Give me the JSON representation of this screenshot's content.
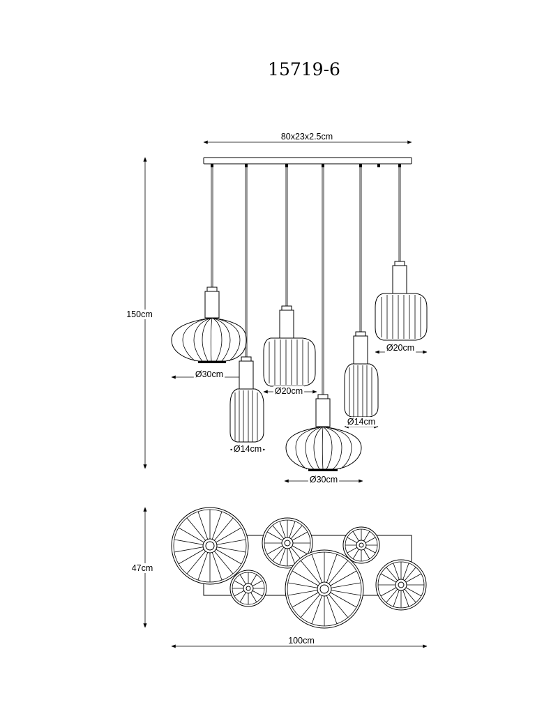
{
  "title": "15719-6",
  "dimensions": {
    "canopy": "80x23x2.5cm",
    "height": "150cm",
    "depth": "47cm",
    "width": "100cm"
  },
  "shade_labels": {
    "s1": "Ø30cm",
    "s2": "Ø14cm",
    "s3": "Ø20cm",
    "s4": "Ø30cm",
    "s5": "Ø14cm",
    "s6": "Ø20cm"
  }
}
